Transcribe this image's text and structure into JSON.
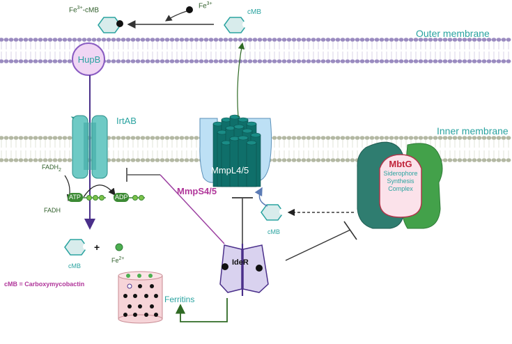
{
  "membranes": {
    "outer_label": "Outer membrane",
    "inner_label": "Inner membrane"
  },
  "proteins": {
    "hupb": "HupB",
    "irtab": "IrtAB",
    "mmpl": "MmpL4/5",
    "mmps": "MmpS4/5",
    "mbtg_title": "MbtG",
    "mbtg_line1": "Siderophore",
    "mbtg_line2": "Synthesis",
    "mbtg_line3": "Complex",
    "ider": "IdeR",
    "ferritins": "Ferritins"
  },
  "molecules": {
    "fe_cmb_base": "Fe",
    "fe_cmb_sup": "3+",
    "fe_cmb_suffix": "-cMB",
    "fe3_base": "Fe",
    "fe3_sup": "3+",
    "cmb_top": "cMB",
    "cmb_mid": "cMB",
    "cmb_bottom": "cMB",
    "fe2_base": "Fe",
    "fe2_sup": "2+",
    "plus": "+",
    "fadh2_base": "FADH",
    "fadh2_sub": "2",
    "fadh": "FADH",
    "atp": "ATP",
    "adp": "ADP"
  },
  "legend": {
    "cmb_definition": "cMB = Carboxymycobactin"
  },
  "colors": {
    "teal": "#2aa3a0",
    "membrane_outer": "#9a8bc0",
    "membrane_inner": "#b3b8a3",
    "purple_line": "#5a3d9a",
    "magenta": "#b0369a",
    "green_arrow": "#2f6a24",
    "ferritin_fill": "#f6d4d8"
  }
}
